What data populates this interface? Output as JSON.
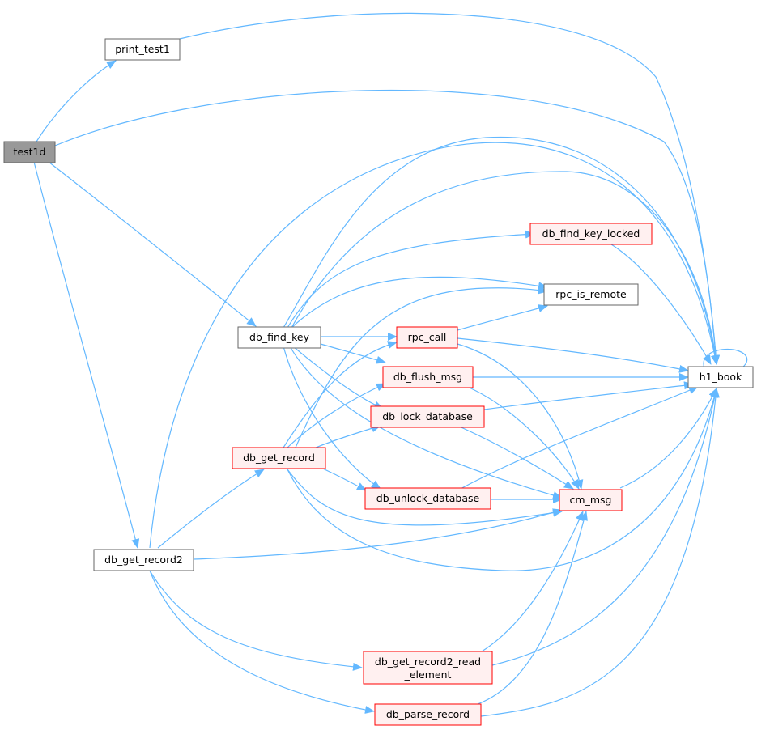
{
  "colors": {
    "edge": "#63b8ff",
    "root_fill": "#999999",
    "root_border": "#666666",
    "plain_fill": "#ffffff",
    "plain_border": "#666666",
    "linked_fill": "#fff0f0",
    "linked_border": "#ff0000"
  },
  "nodes": {
    "test1d": {
      "label": "test1d",
      "style": "root"
    },
    "print_test1": {
      "label": "print_test1",
      "style": "plain"
    },
    "db_find_key": {
      "label": "db_find_key",
      "style": "plain"
    },
    "db_get_record2": {
      "label": "db_get_record2",
      "style": "plain"
    },
    "db_find_key_locked": {
      "label": "db_find_key_locked",
      "style": "linked"
    },
    "rpc_is_remote": {
      "label": "rpc_is_remote",
      "style": "plain"
    },
    "rpc_call": {
      "label": "rpc_call",
      "style": "linked"
    },
    "db_flush_msg": {
      "label": "db_flush_msg",
      "style": "linked"
    },
    "db_lock_database": {
      "label": "db_lock_database",
      "style": "linked"
    },
    "db_get_record": {
      "label": "db_get_record",
      "style": "linked"
    },
    "db_unlock_database": {
      "label": "db_unlock_database",
      "style": "linked"
    },
    "cm_msg": {
      "label": "cm_msg",
      "style": "linked"
    },
    "h1_book": {
      "label": "h1_book",
      "style": "plain"
    },
    "db_get_record2_read_element": {
      "label_line1": "db_get_record2_read",
      "label_line2": "_element",
      "style": "linked"
    },
    "db_parse_record": {
      "label": "db_parse_record",
      "style": "linked"
    }
  },
  "edges": [
    [
      "test1d",
      "print_test1"
    ],
    [
      "test1d",
      "h1_book"
    ],
    [
      "test1d",
      "db_find_key"
    ],
    [
      "test1d",
      "db_get_record2"
    ],
    [
      "print_test1",
      "h1_book"
    ],
    [
      "db_find_key",
      "h1_book"
    ],
    [
      "db_find_key",
      "db_find_key_locked"
    ],
    [
      "db_find_key",
      "rpc_is_remote"
    ],
    [
      "db_find_key",
      "rpc_call"
    ],
    [
      "db_find_key",
      "db_flush_msg"
    ],
    [
      "db_find_key",
      "db_lock_database"
    ],
    [
      "db_find_key",
      "db_unlock_database"
    ],
    [
      "db_find_key",
      "cm_msg"
    ],
    [
      "db_find_key_locked",
      "h1_book"
    ],
    [
      "rpc_call",
      "rpc_is_remote"
    ],
    [
      "rpc_call",
      "h1_book"
    ],
    [
      "rpc_call",
      "cm_msg"
    ],
    [
      "db_flush_msg",
      "h1_book"
    ],
    [
      "db_flush_msg",
      "cm_msg"
    ],
    [
      "db_lock_database",
      "h1_book"
    ],
    [
      "db_lock_database",
      "cm_msg"
    ],
    [
      "db_get_record",
      "rpc_is_remote"
    ],
    [
      "db_get_record",
      "rpc_call"
    ],
    [
      "db_get_record",
      "db_flush_msg"
    ],
    [
      "db_get_record",
      "db_lock_database"
    ],
    [
      "db_get_record",
      "db_unlock_database"
    ],
    [
      "db_get_record",
      "cm_msg"
    ],
    [
      "db_get_record",
      "h1_book"
    ],
    [
      "db_unlock_database",
      "cm_msg"
    ],
    [
      "db_unlock_database",
      "h1_book"
    ],
    [
      "cm_msg",
      "h1_book"
    ],
    [
      "h1_book",
      "h1_book"
    ],
    [
      "db_get_record2",
      "h1_book"
    ],
    [
      "db_get_record2",
      "db_get_record"
    ],
    [
      "db_get_record2",
      "cm_msg"
    ],
    [
      "db_get_record2",
      "db_get_record2_read_element"
    ],
    [
      "db_get_record2",
      "db_parse_record"
    ],
    [
      "db_get_record2_read_element",
      "cm_msg"
    ],
    [
      "db_get_record2_read_element",
      "h1_book"
    ],
    [
      "db_parse_record",
      "cm_msg"
    ],
    [
      "db_parse_record",
      "h1_book"
    ]
  ]
}
